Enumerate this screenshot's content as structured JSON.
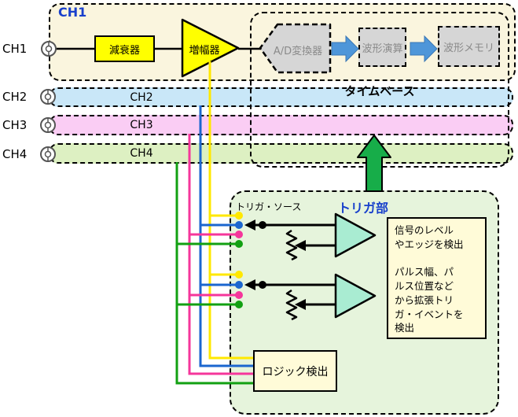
{
  "diagram_title": "oscilloscope-signal-path-block-diagram",
  "palette": {
    "ch1_section_bg": "#FAF5DE",
    "band_ch2_blue": "#C9E7F8",
    "band_ch3_pink": "#FACDF4",
    "band_ch4_green": "#DDF0C2",
    "trigger_section_bg": "#E6F4DC",
    "note_box_bg": "#FFFBD8",
    "block_yellow": "#FFFF00",
    "gray_block_fill": "#D6D6D6",
    "gray_block_text": "#8A8A8A",
    "flow_arrow_blue": "#4E96D9",
    "trigger_arrow_green": "#17AD49",
    "comparator_mint": "#A9ECD2",
    "accent_blue_text": "#1840CC",
    "tap_line_yellow": "#FFE800",
    "tap_line_blue": "#1B66CF",
    "tap_line_pink": "#F5369B",
    "tap_line_green": "#12A012"
  },
  "ch1_section": {
    "title": "CH1",
    "attenuator": "減衰器",
    "amplifier": "増幅器"
  },
  "processing": {
    "adc": "A/D変換器",
    "waveform_calc": "波形演算",
    "waveform_memory": "波形メモリ"
  },
  "timebase": {
    "label": "タイムベース"
  },
  "channels": [
    {
      "label": "CH1"
    },
    {
      "label": "CH2"
    },
    {
      "label": "CH3"
    },
    {
      "label": "CH4"
    }
  ],
  "bands": [
    {
      "label": "CH2"
    },
    {
      "label": "CH3"
    },
    {
      "label": "CH4"
    }
  ],
  "trigger": {
    "title": "トリガ部",
    "source_label": "トリガ・ソース",
    "note_text": "信号のレベル\nやエッジを検出\n\nパルス幅、パ\nルス位置など\nから拡張トリ\nガ・イベントを\n検出",
    "logic_label": "ロジック検出"
  }
}
